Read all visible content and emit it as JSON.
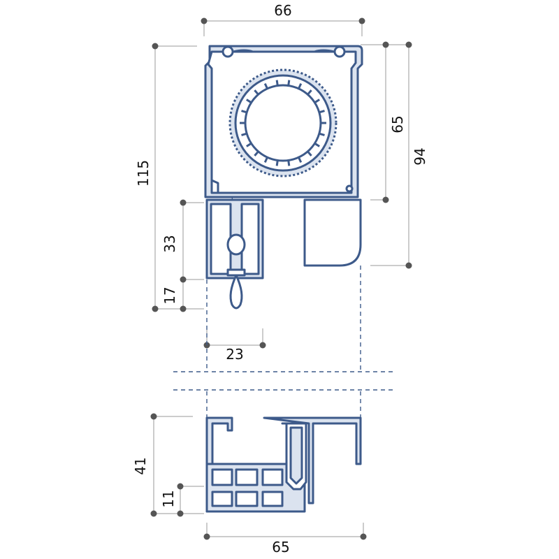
{
  "colors": {
    "profile": "#3d5a8a",
    "profile_fill": "#dbe3ef",
    "dimension_line": "#9a9a9a",
    "dimension_dot": "#555555",
    "dashed": "#3d5a8a",
    "text": "#111111"
  },
  "dimensions": {
    "top_width": "66",
    "box_height_total": "115",
    "box_inner_height": "65",
    "box_outer_height": "94",
    "guide_height": "33",
    "bottom_offset": "17",
    "guide_width": "23",
    "sill_height": "41",
    "sill_step": "11",
    "sill_width": "65"
  }
}
